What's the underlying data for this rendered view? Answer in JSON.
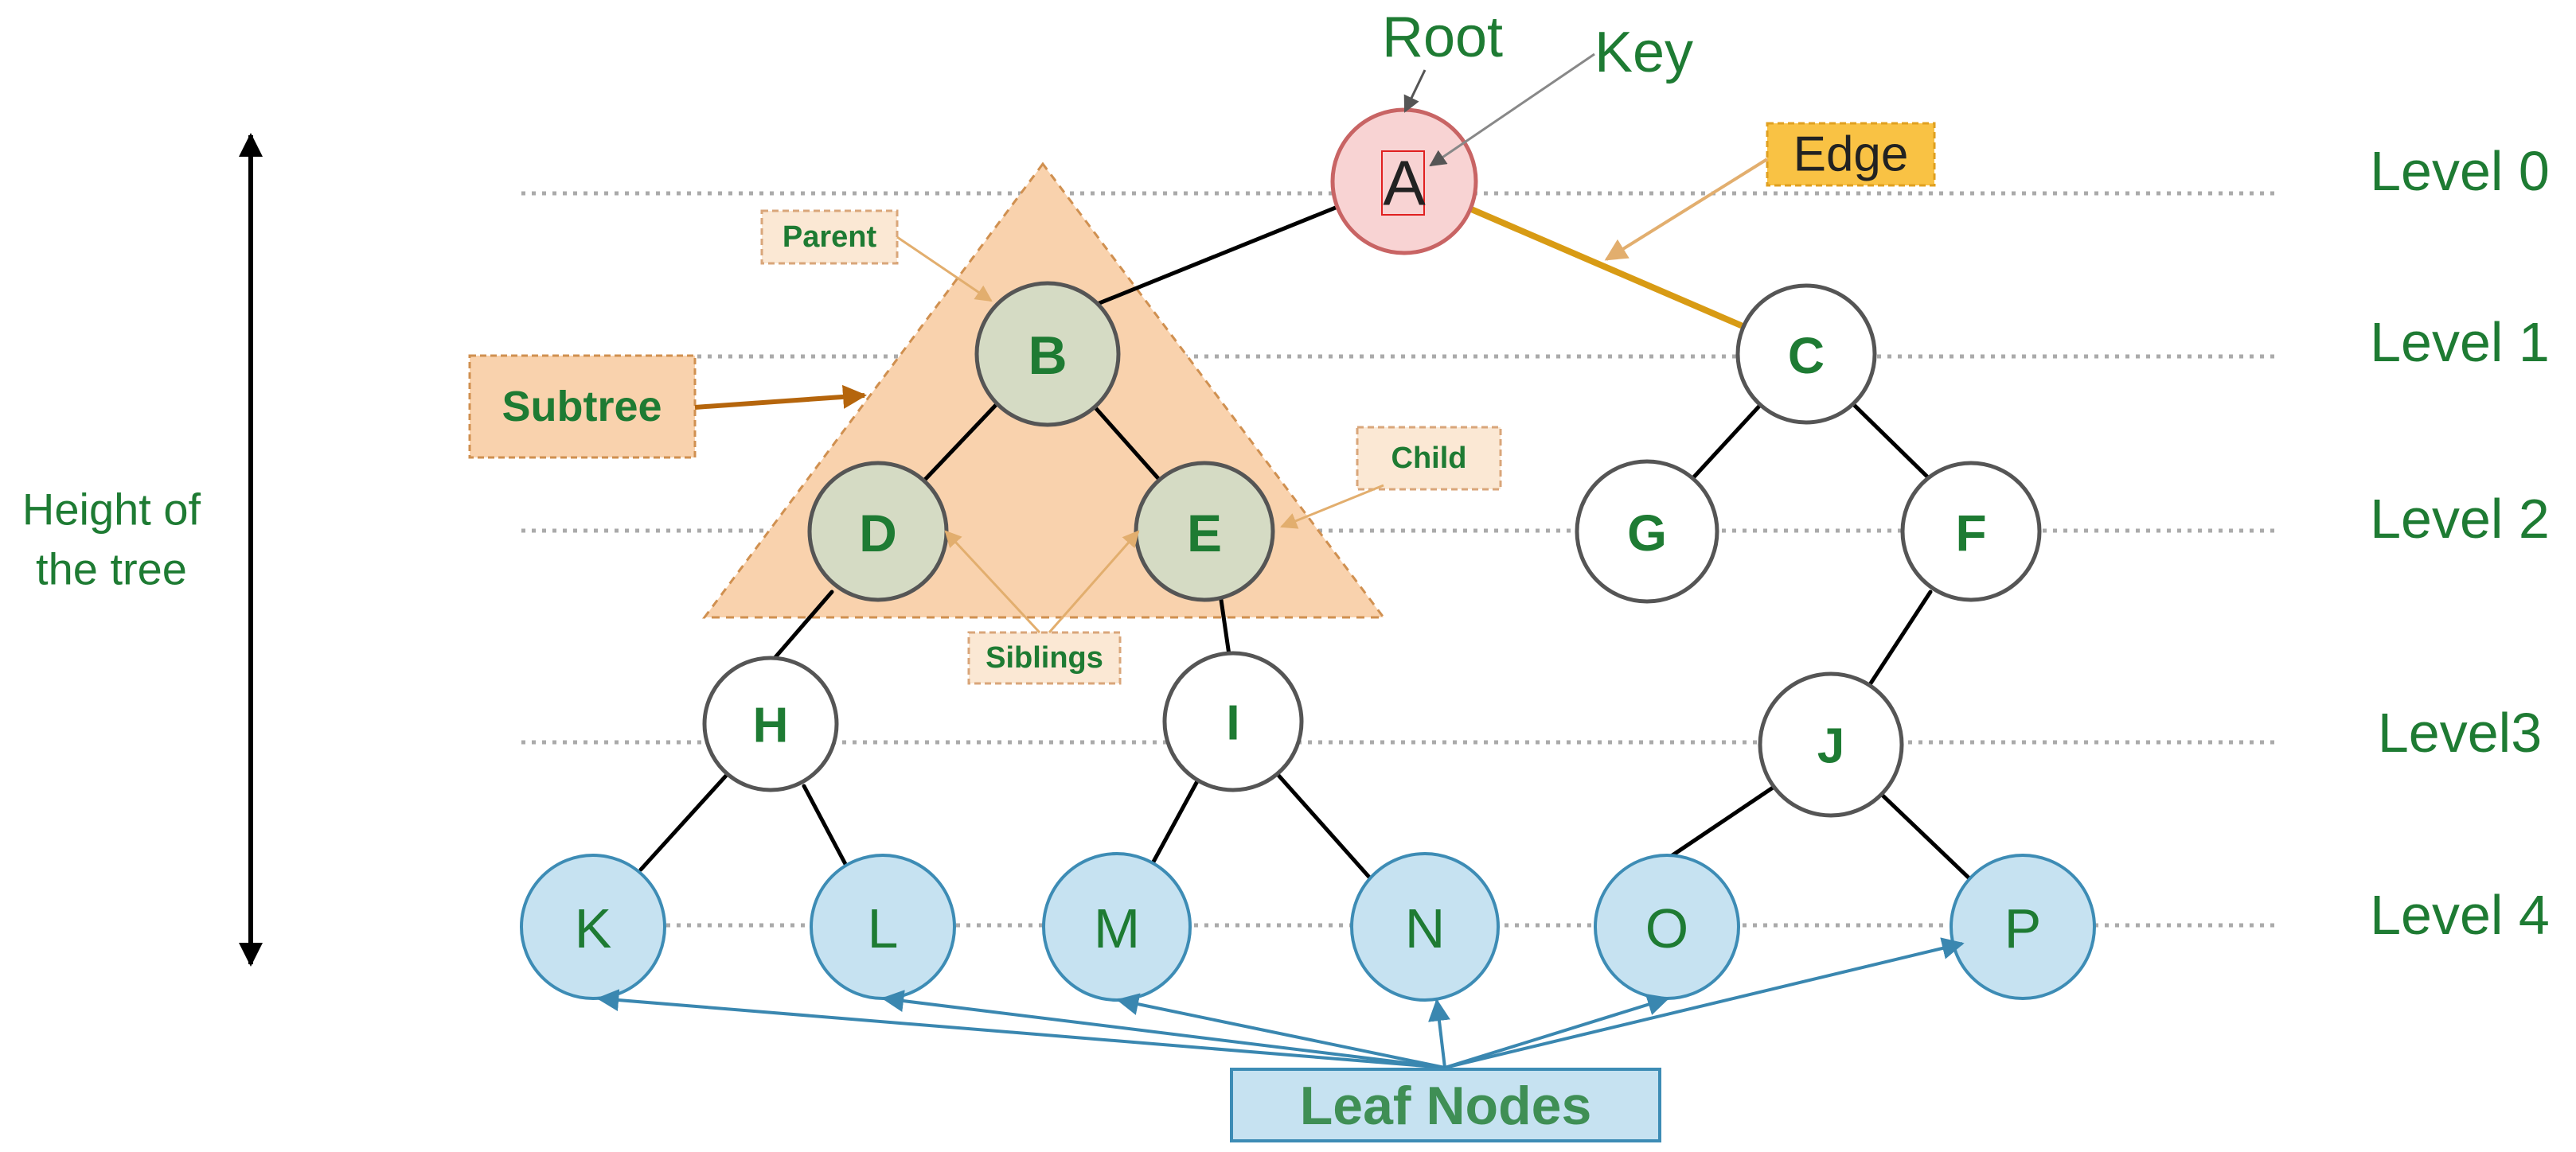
{
  "colors": {
    "green_text": "#1e7b33",
    "level_line": "#aaaaaa",
    "edge_line": "#000000",
    "highlight_edge": "#d89b14",
    "subtree_fill": "#f9d2ad",
    "subtree_stroke": "#d09050",
    "root_fill": "#f8d3d3",
    "root_stroke": "#c86464",
    "inner_fill": "#d5dbc4",
    "plain_fill": "#ffffff",
    "node_stroke": "#555555",
    "leaf_fill": "#c6e2f1",
    "leaf_stroke": "#3d8cb5",
    "leaf_arrow": "#3a87b0",
    "edge_box_fill": "#f9c244",
    "note_fill": "#fbe8d4",
    "note_stroke": "#d9a67a",
    "note_arrow": "#e2ae6e",
    "subtree_arrow": "#b5650c"
  },
  "nodes": {
    "A": "A",
    "B": "B",
    "C": "C",
    "D": "D",
    "E": "E",
    "F": "F",
    "G": "G",
    "H": "H",
    "I": "I",
    "J": "J",
    "K": "K",
    "L": "L",
    "M": "M",
    "N": "N",
    "O": "O",
    "P": "P"
  },
  "levels": [
    "Level 0",
    "Level 1",
    "Level 2",
    "Level3",
    "Level 4"
  ],
  "labels": {
    "root": "Root",
    "key": "Key",
    "edge": "Edge",
    "parent": "Parent",
    "child": "Child",
    "siblings": "Siblings",
    "subtree": "Subtree",
    "height_line1": "Height of",
    "height_line2": "the tree",
    "leaf_nodes": "Leaf Nodes"
  }
}
